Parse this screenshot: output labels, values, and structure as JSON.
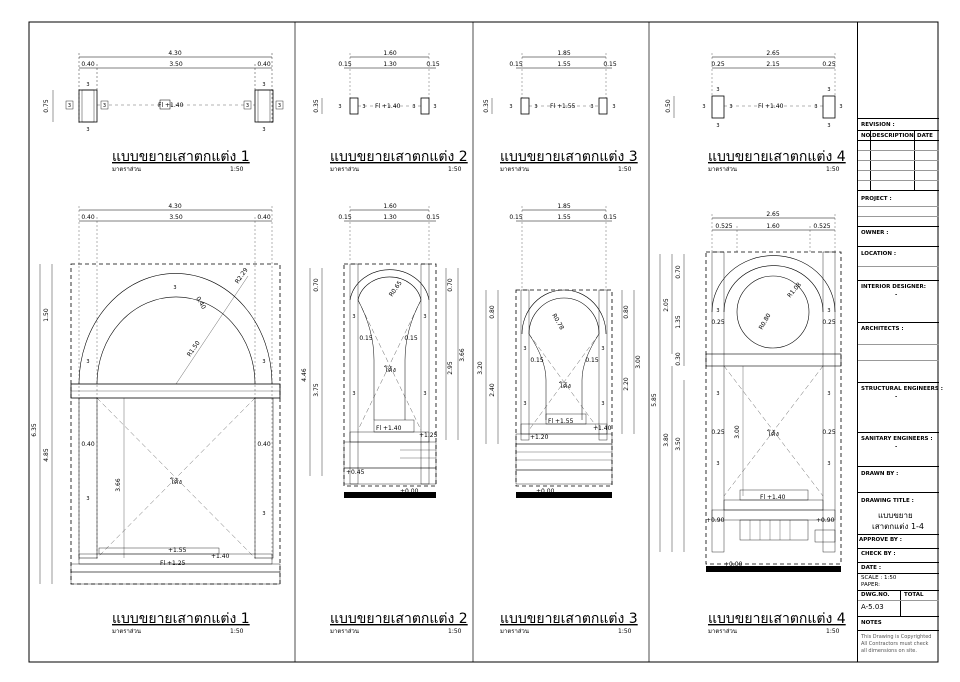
{
  "panels": [
    {
      "plan_title": "แบบขยายเสาตกแต่ง 1",
      "plan_scale_label": "มาตราส่วน",
      "plan_scale": "1:50",
      "plan_dims_top": "4.30",
      "plan_dims": [
        "0.40",
        "3.50",
        "0.40"
      ],
      "plan_side_dim": "0.75",
      "plan_level": "Fl +1.40",
      "elev_title": "แบบขยายเสาตกแต่ง 1",
      "elev_scale_label": "มาตราส่วน",
      "elev_scale": "1:50",
      "elev_dims_top": "4.30",
      "elev_dims": [
        "0.40",
        "3.50",
        "0.40"
      ],
      "elev_left_dims": [
        "1.50",
        "6.35",
        "4.85"
      ],
      "elev_inner_dims": [
        "0.40",
        "0.40",
        "3.66"
      ],
      "elev_radii": [
        "R2.29",
        "R1.50",
        "0.40"
      ],
      "elev_levels": [
        "+1.55",
        "+1.40",
        "Fl +1.25"
      ],
      "elev_label": "โค้ง"
    },
    {
      "plan_title": "แบบขยายเสาตกแต่ง 2",
      "plan_scale_label": "มาตราส่วน",
      "plan_scale": "1:50",
      "plan_dims_top": "1.60",
      "plan_dims": [
        "0.15",
        "1.30",
        "0.15"
      ],
      "plan_side_dim": "0.35",
      "plan_level": "Fl +1.40",
      "elev_title": "แบบขยายเสาตกแต่ง 2",
      "elev_scale_label": "มาตราส่วน",
      "elev_scale": "1:50",
      "elev_dims_top": "1.60",
      "elev_dims": [
        "0.15",
        "1.30",
        "0.15"
      ],
      "elev_left_dims": [
        "0.70",
        "4.46",
        "3.75"
      ],
      "elev_right_dims": [
        "0.70",
        "3.66",
        "2.95"
      ],
      "elev_inner_dims": [
        "0.15",
        "0.15"
      ],
      "elev_radii": [
        "R0.65"
      ],
      "elev_levels": [
        "Fl +1.40",
        "+1.25",
        "+0.45",
        "+0.00"
      ],
      "elev_label": "โค้ง"
    },
    {
      "plan_title": "แบบขยายเสาตกแต่ง 3",
      "plan_scale_label": "มาตราส่วน",
      "plan_scale": "1:50",
      "plan_dims_top": "1.85",
      "plan_dims": [
        "0.15",
        "1.55",
        "0.15"
      ],
      "plan_side_dim": "0.35",
      "plan_level": "Fl +1.55",
      "elev_title": "แบบขยายเสาตกแต่ง 3",
      "elev_scale_label": "มาตราส่วน",
      "elev_scale": "1:50",
      "elev_dims_top": "1.85",
      "elev_dims": [
        "0.15",
        "1.55",
        "0.15"
      ],
      "elev_left_dims": [
        "0.80",
        "3.20",
        "2.40"
      ],
      "elev_right_dims": [
        "0.80",
        "3.00",
        "2.20"
      ],
      "elev_inner_dims": [
        "0.15",
        "0.15"
      ],
      "elev_radii": [
        "R0.78"
      ],
      "elev_levels": [
        "Fl +1.55",
        "+1.40",
        "+1.20",
        "+0.00"
      ],
      "elev_label": "โค้ง"
    },
    {
      "plan_title": "แบบขยายเสาตกแต่ง 4",
      "plan_scale_label": "มาตราส่วน",
      "plan_scale": "1:50",
      "plan_dims_top": "2.65",
      "plan_dims": [
        "0.25",
        "2.15",
        "0.25"
      ],
      "plan_side_dim": "0.50",
      "plan_level": "Fl +1.40",
      "elev_title": "แบบขยายเสาตกแต่ง 4",
      "elev_scale_label": "มาตราส่วน",
      "elev_scale": "1:50",
      "elev_dims_top": "2.65",
      "elev_dims": [
        "0.525",
        "1.60",
        "0.525"
      ],
      "elev_left_dims": [
        "0.70",
        "2.05",
        "1.35",
        "0.30",
        "5.85",
        "3.80",
        "3.50"
      ],
      "elev_inner_dims": [
        "0.25",
        "0.25",
        "0.25",
        "0.25",
        "3.00"
      ],
      "elev_radii": [
        "R1.08",
        "R0.80"
      ],
      "elev_levels": [
        "Fl +1.40",
        "+0.90",
        "+0.90",
        "+0.00"
      ],
      "elev_label": "โค้ง"
    }
  ],
  "tag_number": "3",
  "title_block": {
    "revision": "REVISION :",
    "col_no": "NO.",
    "col_desc": "DESCRIPTION",
    "col_date": "DATE",
    "project": "PROJECT :",
    "owner": "OWNER :",
    "location": "LOCATION :",
    "interior_designer": "INTERIOR DESIGNER:",
    "interior_designer_value": "-",
    "architects": "ARCHITECTS :",
    "structural_engineers": "STRUCTURAL ENGINEERS :",
    "structural_value": "-",
    "sanitary_engineers": "SANITARY ENGINEERS :",
    "sanitary_value": "-",
    "drawn_by": "DRAWN BY :",
    "drawing_title": "DRAWING TITLE :",
    "drawing_title_value_1": "แบบขยาย",
    "drawing_title_value_2": "เสาตกแต่ง 1-4",
    "approve_by": "APPROVE BY :",
    "check_by": "CHECK BY :",
    "date": "DATE :",
    "scale": "SCALE :  1:50",
    "paper": "PAPER:",
    "dwg_no": "DWG.NO.",
    "total": "TOTAL",
    "dwg_no_value": "A-5.03",
    "notes": "NOTES",
    "notes_text_1": "This Drawing is Copyrighted",
    "notes_text_2": "All Contractors must check",
    "notes_text_3": "all dimensions on site."
  }
}
